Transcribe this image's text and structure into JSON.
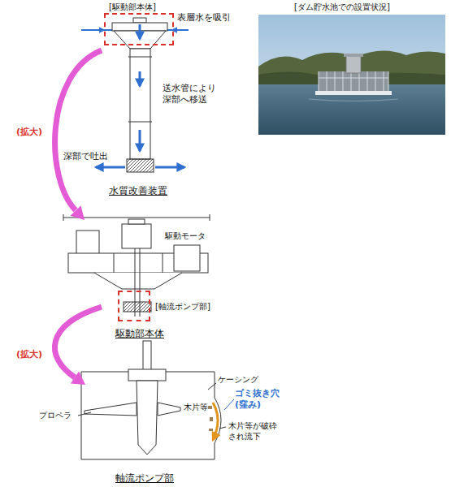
{
  "diagram": {
    "nodes": [
      {
        "text": [
          "[駆動部本体]"
        ]
      },
      {
        "text": [
          "[軸流ポンプ部]"
        ]
      }
    ],
    "labels": [
      "[ダム貯水池での設置状況]",
      "表層水を吸引",
      "送水管により 深部へ移送",
      "深部で吐出",
      "水質改善装置",
      "(拡大)",
      "駆動モータ",
      "駆動部本体",
      "(拡大)",
      "ケーシング",
      "プロペラ",
      "木片等",
      "ゴミ抜き穴 (窪み)",
      "木片等が破砕 され流下",
      "軸流ポンプ部"
    ]
  }
}
